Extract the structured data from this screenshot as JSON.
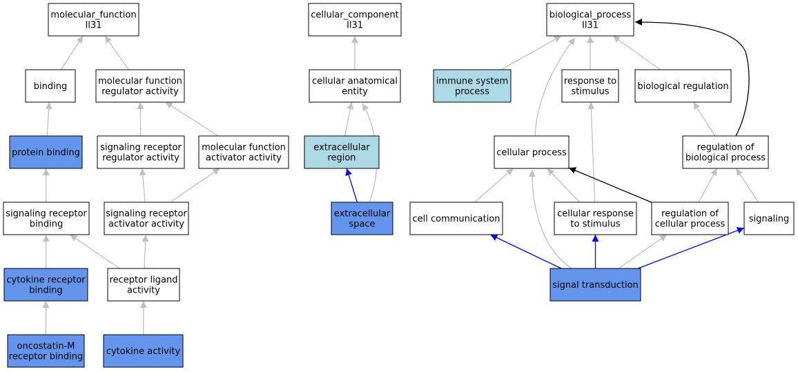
{
  "colors": {
    "plain": "#ffffff",
    "light": "#add8e6",
    "strong": "#6495ed",
    "edge_gray": "#c0c0c0",
    "edge_black": "#000000",
    "edge_blue": "#0000ee"
  },
  "nodes": {
    "mf": {
      "lines": [
        "molecular_function",
        "Il31"
      ],
      "fill": "plain"
    },
    "binding": {
      "lines": [
        "binding"
      ],
      "fill": "plain"
    },
    "mfra": {
      "lines": [
        "molecular function",
        "regulator activity"
      ],
      "fill": "plain"
    },
    "pb": {
      "lines": [
        "protein binding"
      ],
      "fill": "strong"
    },
    "srra": {
      "lines": [
        "signaling receptor",
        "regulator activity"
      ],
      "fill": "plain"
    },
    "mfaa": {
      "lines": [
        "molecular function",
        "activator activity"
      ],
      "fill": "plain"
    },
    "srb": {
      "lines": [
        "signaling receptor",
        "binding"
      ],
      "fill": "plain"
    },
    "sraa": {
      "lines": [
        "signaling receptor",
        "activator activity"
      ],
      "fill": "plain"
    },
    "crb": {
      "lines": [
        "cytokine receptor",
        "binding"
      ],
      "fill": "strong"
    },
    "rla": {
      "lines": [
        "receptor ligand",
        "activity"
      ],
      "fill": "plain"
    },
    "osm": {
      "lines": [
        "oncostatin-M",
        "receptor binding"
      ],
      "fill": "strong"
    },
    "ca": {
      "lines": [
        "cytokine activity"
      ],
      "fill": "strong"
    },
    "cc": {
      "lines": [
        "cellular_component",
        "Il31"
      ],
      "fill": "plain"
    },
    "cae": {
      "lines": [
        "cellular anatomical",
        "entity"
      ],
      "fill": "plain"
    },
    "er": {
      "lines": [
        "extracellular",
        "region"
      ],
      "fill": "light"
    },
    "es": {
      "lines": [
        "extracellular",
        "space"
      ],
      "fill": "strong"
    },
    "bp": {
      "lines": [
        "biological_process",
        "Il31"
      ],
      "fill": "plain"
    },
    "isp": {
      "lines": [
        "immune system",
        "process"
      ],
      "fill": "light"
    },
    "rts": {
      "lines": [
        "response to",
        "stimulus"
      ],
      "fill": "plain"
    },
    "br": {
      "lines": [
        "biological regulation"
      ],
      "fill": "plain"
    },
    "cp": {
      "lines": [
        "cellular process"
      ],
      "fill": "plain"
    },
    "rbp": {
      "lines": [
        "regulation of",
        "biological process"
      ],
      "fill": "plain"
    },
    "ccom": {
      "lines": [
        "cell communication"
      ],
      "fill": "plain"
    },
    "crs": {
      "lines": [
        "cellular response",
        "to stimulus"
      ],
      "fill": "plain"
    },
    "rcp": {
      "lines": [
        "regulation of",
        "cellular process"
      ],
      "fill": "plain"
    },
    "sig": {
      "lines": [
        "signaling"
      ],
      "fill": "plain"
    },
    "st": {
      "lines": [
        "signal transduction"
      ],
      "fill": "strong"
    }
  },
  "edges": [
    {
      "from": "binding",
      "to": "mf",
      "color": "gray"
    },
    {
      "from": "mfra",
      "to": "mf",
      "color": "gray"
    },
    {
      "from": "pb",
      "to": "binding",
      "color": "gray"
    },
    {
      "from": "srra",
      "to": "mfra",
      "color": "gray"
    },
    {
      "from": "mfaa",
      "to": "mfra",
      "color": "gray"
    },
    {
      "from": "srb",
      "to": "pb",
      "color": "gray"
    },
    {
      "from": "sraa",
      "to": "srra",
      "color": "gray"
    },
    {
      "from": "sraa",
      "to": "mfaa",
      "color": "gray"
    },
    {
      "from": "crb",
      "to": "srb",
      "color": "gray"
    },
    {
      "from": "rla",
      "to": "srb",
      "color": "gray"
    },
    {
      "from": "rla",
      "to": "sraa",
      "color": "gray"
    },
    {
      "from": "osm",
      "to": "crb",
      "color": "gray"
    },
    {
      "from": "ca",
      "to": "rla",
      "color": "gray"
    },
    {
      "from": "cae",
      "to": "cc",
      "color": "gray"
    },
    {
      "from": "er",
      "to": "cae",
      "color": "gray"
    },
    {
      "from": "es",
      "to": "cae",
      "color": "gray"
    },
    {
      "from": "es",
      "to": "er",
      "color": "blue"
    },
    {
      "from": "isp",
      "to": "bp",
      "color": "gray"
    },
    {
      "from": "rts",
      "to": "bp",
      "color": "gray"
    },
    {
      "from": "br",
      "to": "bp",
      "color": "gray"
    },
    {
      "from": "cp",
      "to": "bp",
      "color": "gray"
    },
    {
      "from": "rbp",
      "to": "bp",
      "color": "black"
    },
    {
      "from": "rbp",
      "to": "br",
      "color": "gray"
    },
    {
      "from": "ccom",
      "to": "cp",
      "color": "gray"
    },
    {
      "from": "crs",
      "to": "cp",
      "color": "gray"
    },
    {
      "from": "crs",
      "to": "rts",
      "color": "gray"
    },
    {
      "from": "rcp",
      "to": "cp",
      "color": "black"
    },
    {
      "from": "rcp",
      "to": "rbp",
      "color": "gray"
    },
    {
      "from": "sig",
      "to": "rbp",
      "color": "gray"
    },
    {
      "from": "st",
      "to": "cp",
      "color": "gray"
    },
    {
      "from": "st",
      "to": "ccom",
      "color": "blue"
    },
    {
      "from": "st",
      "to": "crs",
      "color": "blue"
    },
    {
      "from": "st",
      "to": "rcp",
      "color": "gray"
    },
    {
      "from": "st",
      "to": "sig",
      "color": "blue"
    }
  ]
}
